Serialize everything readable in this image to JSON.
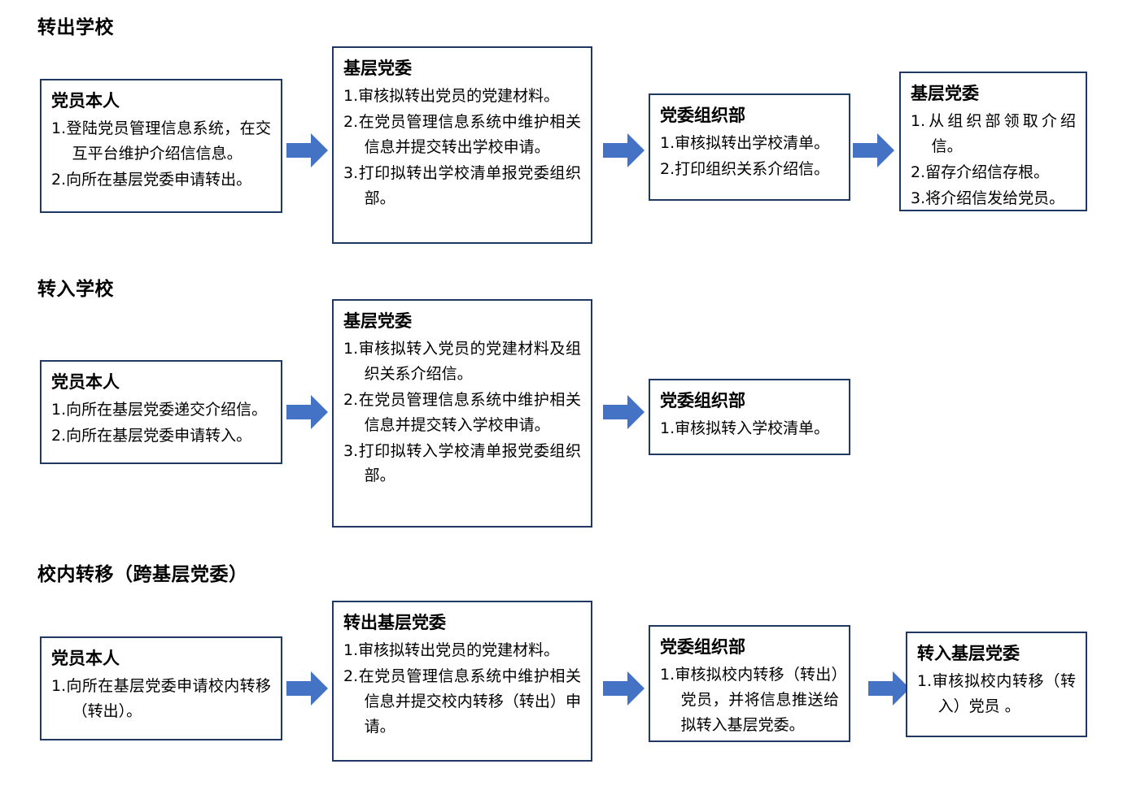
{
  "theme": {
    "box_border_color": "#1F3864",
    "arrow_color": "#4472C4",
    "background": "#FFFFFF",
    "text_color": "#000000"
  },
  "sections": [
    {
      "title": "转出学校",
      "nodes": [
        {
          "title": "党员本人",
          "items": [
            "1.登陆党员管理信息系统，在交互平台维护介绍信信息。",
            "2.向所在基层党委申请转出。"
          ]
        },
        {
          "title": "基层党委",
          "items": [
            "1.审核拟转出党员的党建材料。",
            "2.在党员管理信息系统中维护相关信息并提交转出学校申请。",
            "3.打印拟转出学校清单报党委组织部。"
          ]
        },
        {
          "title": "党委组织部",
          "items": [
            "1.审核拟转出学校清单。",
            "2.打印组织关系介绍信。"
          ]
        },
        {
          "title": "基层党委",
          "items": [
            "1.从组织部领取介绍信。",
            "2.留存介绍信存根。",
            "3.将介绍信发给党员。"
          ]
        }
      ],
      "arrows": [
        "arrow-right-icon",
        "arrow-right-icon",
        "arrow-right-icon"
      ]
    },
    {
      "title": "转入学校",
      "nodes": [
        {
          "title": "党员本人",
          "items": [
            "1.向所在基层党委递交介绍信。",
            "2.向所在基层党委申请转入。"
          ]
        },
        {
          "title": "基层党委",
          "items": [
            "1.审核拟转入党员的党建材料及组织关系介绍信。",
            "2.在党员管理信息系统中维护相关信息并提交转入学校申请。",
            "3.打印拟转入学校清单报党委组织部。"
          ]
        },
        {
          "title": "党委组织部",
          "items": [
            "1.审核拟转入学校清单。"
          ]
        }
      ],
      "arrows": [
        "arrow-right-icon",
        "arrow-right-icon"
      ]
    },
    {
      "title": "校内转移（跨基层党委）",
      "nodes": [
        {
          "title": "党员本人",
          "items": [
            "1.向所在基层党委申请校内转移（转出）。"
          ]
        },
        {
          "title": "转出基层党委",
          "items": [
            "1.审核拟转出党员的党建材料。",
            "2.在党员管理信息系统中维护相关信息并提交校内转移（转出）申请。"
          ]
        },
        {
          "title": "党委组织部",
          "items": [
            "1.审核拟校内转移（转出）党员，并将信息推送给拟转入基层党委。"
          ]
        },
        {
          "title": "转入基层党委",
          "items": [
            "1.审核拟校内转移（转入）党员 。"
          ]
        }
      ],
      "arrows": [
        "arrow-right-icon",
        "arrow-right-icon",
        "arrow-right-icon"
      ]
    }
  ]
}
